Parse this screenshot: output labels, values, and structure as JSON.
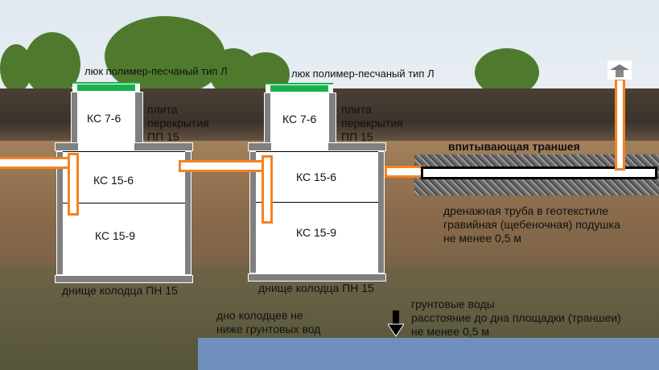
{
  "labels": {
    "hatch1": "люк полимер-песчаный тип Л",
    "hatch2": "люк полимер-песчаный тип Л",
    "plate1": [
      "плита",
      "перекрытия",
      "ПП 15"
    ],
    "plate2": [
      "плита",
      "перекрытия",
      "ПП 15"
    ],
    "neck1": "КС 7-6",
    "neck2": "КС 7-6",
    "ring_top1": "КС 15-6",
    "ring_top2": "КС 15-6",
    "ring_bot1": "КС 15-9",
    "ring_bot2": "КС 15-9",
    "bottom1": "днище колодца ПН 15",
    "bottom2": "днище колодца ПН 15",
    "trench": "впитывающая траншея",
    "drain": [
      "дренажная труба в геотекстиле",
      "гравийная (щебеночная) подушка",
      "не менее 0,5 м"
    ],
    "well_bottom": [
      "дно колодцев не",
      "ниже грунтовых вод"
    ],
    "groundwater": [
      "грунтовые воды",
      "расстояние до дна площадки (траншеи)",
      "не менее 0,5 м"
    ]
  },
  "colors": {
    "pipe": "#f58220",
    "hatch": "#1ab04d",
    "concrete": "#808080",
    "groundwater": "#6f8fbf"
  }
}
